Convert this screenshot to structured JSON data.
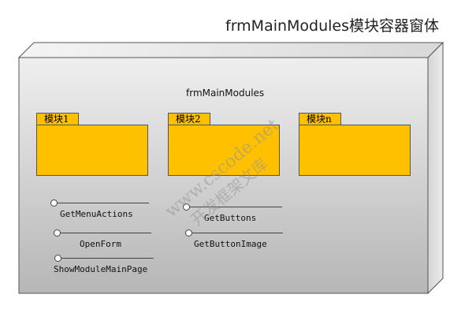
{
  "diagram": {
    "title": "frmMainModules模块容器窗体",
    "node_label": "frmMainModules",
    "packages": [
      {
        "label": "模块1"
      },
      {
        "label": "模块2"
      },
      {
        "label": "模块n"
      }
    ],
    "interfaces": [
      {
        "label": "GetMenuActions"
      },
      {
        "label": "OpenForm"
      },
      {
        "label": "ShowModuleMainPage"
      },
      {
        "label": "GetButtons"
      },
      {
        "label": "GetButtonImage"
      }
    ],
    "colors": {
      "package_fill": "#ffc000",
      "node_front_top": "#eeeeee",
      "node_front_bottom": "#b8b8b8"
    }
  },
  "watermark": {
    "line1": "www.cscode.net",
    "line2": "开发框架文库"
  }
}
